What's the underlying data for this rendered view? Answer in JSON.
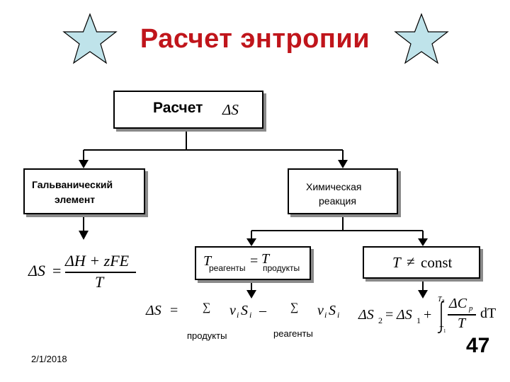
{
  "title": "Расчет энтропии",
  "root": {
    "label": "Расчет",
    "symbol": "ΔS"
  },
  "left_branch": {
    "label_line1": "Гальванический",
    "label_line2": "элемент"
  },
  "right_branch": {
    "label_line1": "Химическая",
    "label_line2": "реакция"
  },
  "galvanic_formula": {
    "lhs": "ΔS",
    "eq": "=",
    "numerator": "ΔH + zFE",
    "denominator": "T"
  },
  "cond_left": {
    "T1": "T",
    "sub1": "реагенты",
    "eq": "=",
    "T2": "T",
    "sub2": "продукты"
  },
  "cond_right": {
    "T": "T",
    "neq": "≠",
    "const": "const"
  },
  "reaction_formula": {
    "lhs": "ΔS",
    "eq": "=",
    "sum1": "∑",
    "nu1": "ν",
    "nu1_sub": "i",
    "s1": "S",
    "s1_sub": "i",
    "minus": "–",
    "sum2": "∑",
    "nu2": "ν",
    "nu2_sub": "i",
    "s2": "S",
    "s2_sub": "i",
    "label_products": "продукты",
    "label_reagents": "реагенты"
  },
  "integral_formula": {
    "lhs": "ΔS",
    "lhs_sub": "2",
    "eq": "=",
    "rhs1": "ΔS",
    "rhs1_sub": "1",
    "plus": "+",
    "upper": "T",
    "upper_sub": "2",
    "lower": "T",
    "lower_sub": "1",
    "numerator": "ΔC",
    "num_sub": "p",
    "denominator": "T",
    "dT": "dT"
  },
  "footer": {
    "date": "2/1/2018",
    "page": "47"
  },
  "colors": {
    "title": "#c0151b",
    "star_fill": "#bfe3ea",
    "box_shadow": "#8a8a8a"
  },
  "icons": [
    "star-icon",
    "star-icon"
  ]
}
